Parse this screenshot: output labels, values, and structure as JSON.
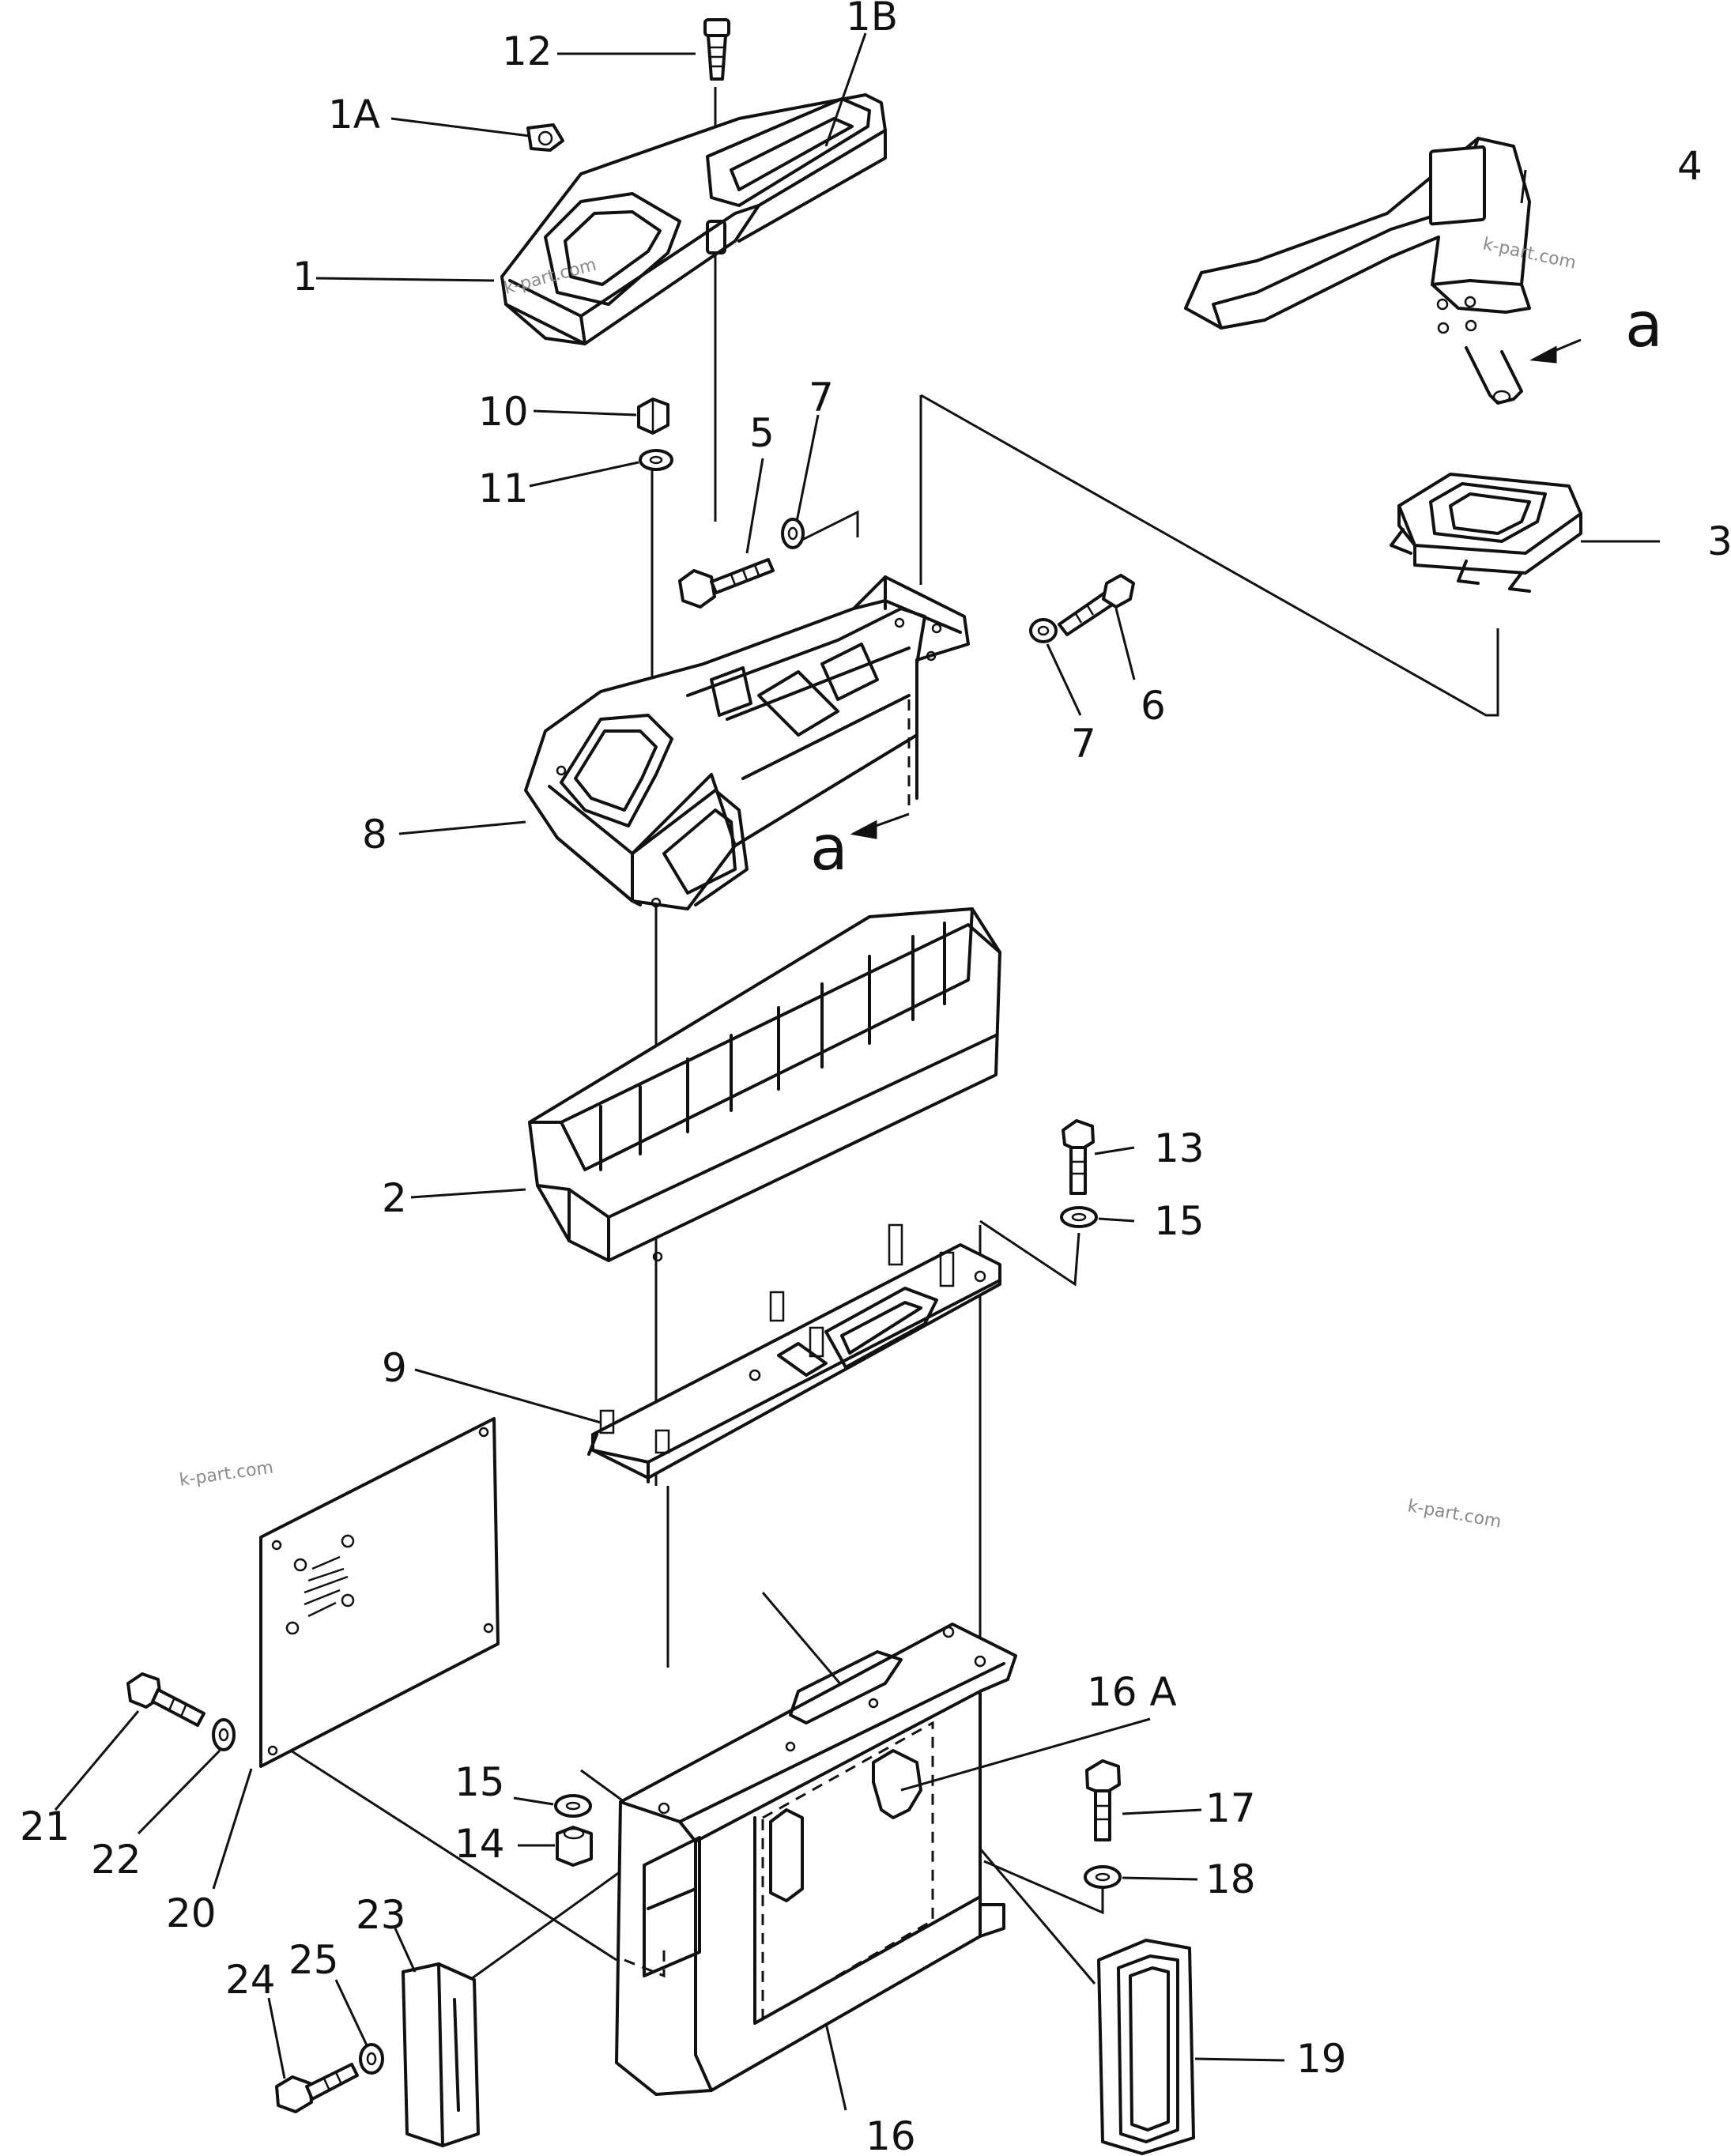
{
  "callouts": [
    {
      "id": "1",
      "text": "1"
    },
    {
      "id": "1A",
      "text": "1A"
    },
    {
      "id": "1B",
      "text": "1B"
    },
    {
      "id": "2",
      "text": "2"
    },
    {
      "id": "3",
      "text": "3"
    },
    {
      "id": "4",
      "text": "4"
    },
    {
      "id": "5",
      "text": "5"
    },
    {
      "id": "6",
      "text": "6"
    },
    {
      "id": "7a",
      "text": "7"
    },
    {
      "id": "7b",
      "text": "7"
    },
    {
      "id": "8",
      "text": "8"
    },
    {
      "id": "9",
      "text": "9"
    },
    {
      "id": "10",
      "text": "10"
    },
    {
      "id": "11",
      "text": "11"
    },
    {
      "id": "12",
      "text": "12"
    },
    {
      "id": "13",
      "text": "13"
    },
    {
      "id": "14",
      "text": "14"
    },
    {
      "id": "15a",
      "text": "15"
    },
    {
      "id": "15b",
      "text": "15"
    },
    {
      "id": "16",
      "text": "16"
    },
    {
      "id": "16A",
      "text": "16 A"
    },
    {
      "id": "17",
      "text": "17"
    },
    {
      "id": "18",
      "text": "18"
    },
    {
      "id": "19",
      "text": "19"
    },
    {
      "id": "20",
      "text": "20"
    },
    {
      "id": "21",
      "text": "21"
    },
    {
      "id": "22",
      "text": "22"
    },
    {
      "id": "23",
      "text": "23"
    },
    {
      "id": "24",
      "text": "24"
    },
    {
      "id": "25",
      "text": "25"
    }
  ],
  "view_markers": [
    "a",
    "a"
  ],
  "watermark": "k-part.com"
}
